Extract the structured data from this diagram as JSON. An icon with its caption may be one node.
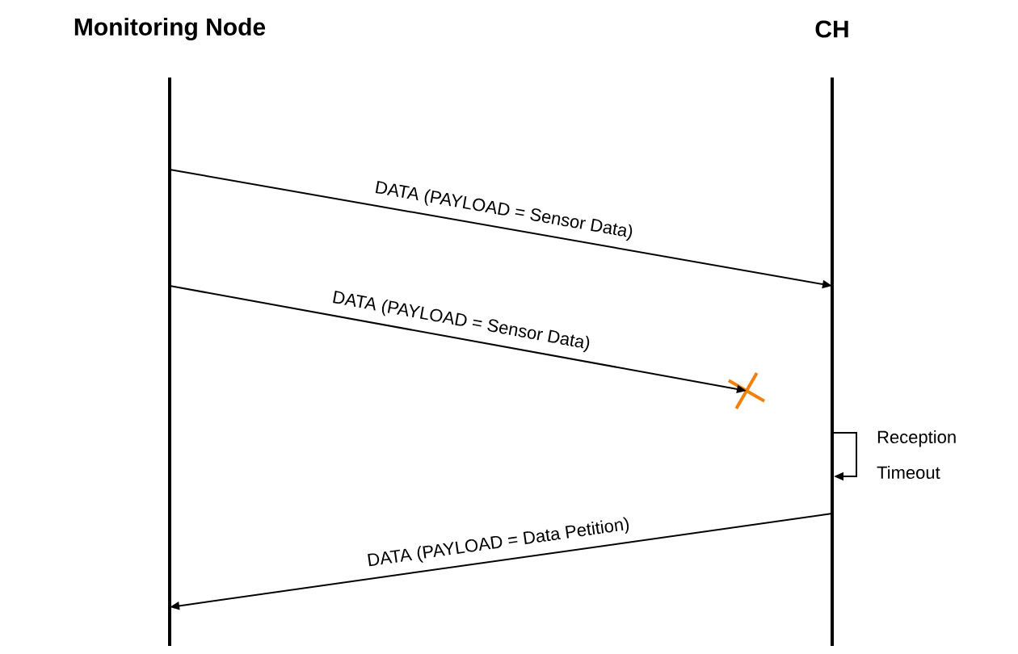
{
  "diagram": {
    "nodes": [
      {
        "text": [
          "Monitoring Node"
        ]
      },
      {
        "text": [
          "CH"
        ]
      },
      {
        "text": [],
        "shape": "cross"
      }
    ],
    "edges": [
      {
        "from": 0,
        "to": 1,
        "arrow": "to",
        "label": "DATA (PAYLOAD = Sensor Data)"
      },
      {
        "from": 0,
        "to": 2,
        "arrow": "to",
        "label": "DATA (PAYLOAD = Sensor Data)"
      },
      {
        "from": 1,
        "to": 1,
        "arrow": "to",
        "label": "Reception Timeout"
      },
      {
        "from": 1,
        "to": 0,
        "arrow": "to",
        "label": "DATA (PAYLOAD = Data Petition)"
      }
    ]
  }
}
